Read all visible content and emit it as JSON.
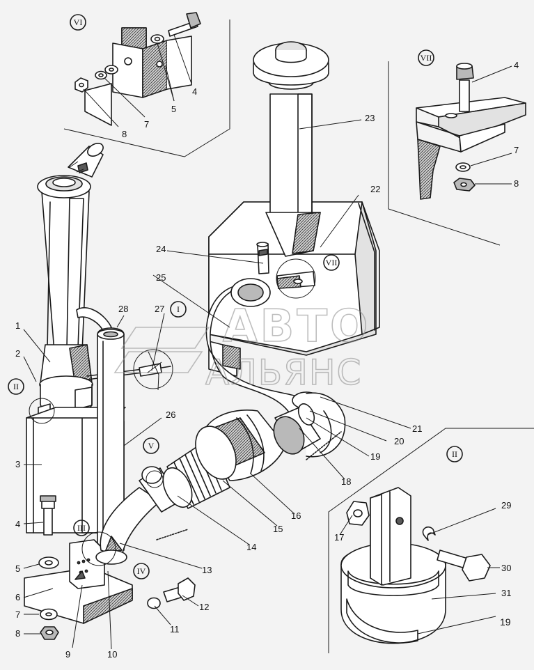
{
  "callouts": [
    "1",
    "2",
    "3",
    "4",
    "5",
    "6",
    "7",
    "8",
    "9",
    "10",
    "11",
    "12",
    "13",
    "14",
    "15",
    "16",
    "17",
    "18",
    "19",
    "20",
    "21",
    "22",
    "23",
    "24",
    "25",
    "26",
    "27",
    "28",
    "29",
    "30",
    "31"
  ],
  "extra_labels": {
    "vi_4": "4",
    "vi_5": "5",
    "vi_7": "7",
    "vi_8": "8",
    "vii_4": "4",
    "vii_7": "7",
    "vii_8": "8",
    "ii_19": "19"
  },
  "views": {
    "I": "I",
    "II": "II",
    "III": "III",
    "IV": "IV",
    "V": "V",
    "VI": "VI",
    "VII": "VII",
    "II_detail": "II",
    "VI_detail": "VI",
    "VII_detail": "VII"
  },
  "watermark": {
    "line1": "АВТО",
    "line2": "АЛЬЯНС"
  },
  "colors": {
    "ink": "#1a1a1a",
    "paper": "#f3f3f3",
    "watermark": "#8a8a8a"
  }
}
